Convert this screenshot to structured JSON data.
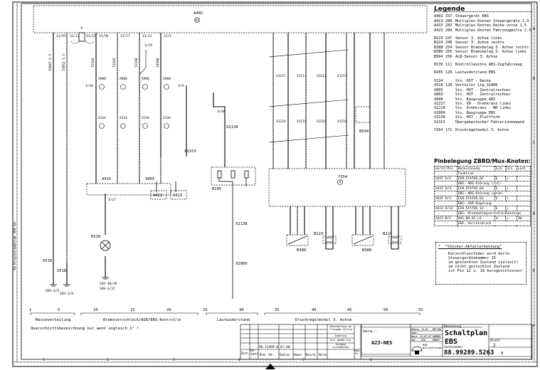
{
  "diagram": {
    "top_unit": {
      "id": "A402",
      "circle": "61"
    },
    "top_wire_labels": [
      "31/95",
      "31/12",
      "31/15",
      "31/96",
      "31/17",
      "31/11",
      "31/6"
    ],
    "wire_ids_top": [
      "31987 1.5",
      "31952 1.5",
      "T2194",
      "T2195",
      "T2198",
      "34100"
    ],
    "connector_x988": "X988",
    "connector_x134": "X134",
    "connector_x1217": "X1217",
    "connector_x1219": "X1219",
    "star_mark": "*",
    "components": {
      "a415": "A415",
      "a413": "A413",
      "a423": "A423",
      "x865": "X865",
      "x2153": "X2153",
      "x2138_top": "X2138",
      "r205": "R205",
      "x2138": "X2138",
      "x2009": "X2009",
      "y354": "Y354",
      "b504": "B504",
      "b223": "B223",
      "b224": "B224",
      "b389": "B389",
      "b388": "B388",
      "h139": "H139",
      "x518_a": "X518",
      "x518_b": "X518",
      "gnd_a": "SEH-3/9",
      "gnd_b": "SEH-3/9",
      "gnd_c": "SEH-30/39",
      "gnd_d": "SEH-3/37"
    },
    "circle_labels": {
      "s": "S",
      "p": "P",
      "a": "A"
    },
    "ref_marks": [
      "3/29",
      "3/28",
      "3/9",
      "3/17",
      "3/34"
    ]
  },
  "scale": {
    "ticks": [
      "1",
      "5",
      "10",
      "15",
      "20",
      "25",
      "30",
      "35",
      "40",
      "45",
      "50",
      "55"
    ],
    "sections": [
      "Masseverteilung",
      "Bremsverschleiß/ASR/EBS-Kontrolle",
      "Lastwiderstand",
      "Druckregelmodul 3. Achse"
    ],
    "note": "Querschnittsbezeichnung nur wenn ungleich 1² !"
  },
  "legend": {
    "title": "Legende",
    "groups": [
      [
        [
          "A402",
          "337",
          "Steuergerät EBS"
        ],
        [
          "A413",
          "280",
          "Multiplex Knoten Steuergeräte 1.3"
        ],
        [
          "A415",
          "283",
          "Multiplex Knoten Decke vorne 1.5"
        ],
        [
          "A423",
          "289",
          "Multiplex Knoten Fahrzeugmitte 2.3"
        ]
      ],
      [
        [
          "B223",
          "247",
          "Sensor 3. Achse links"
        ],
        [
          "B224",
          "248",
          "Sensor 3. Achse rechts"
        ],
        [
          "B388",
          "254",
          "Sensor Bremsbelag 3. Achse rechts"
        ],
        [
          "B389",
          "255",
          "Sensor Bremsbelag 3. Achse links"
        ],
        [
          "B504",
          "256",
          "ALB-Sensor 3. Achse"
        ]
      ],
      [
        [
          "H139",
          "111",
          "Kontrolleuchte ABS-Zugfahrzeug"
        ]
      ],
      [
        [
          "R205",
          "128",
          "Lastwiderstand EBS"
        ]
      ],
      [
        [
          "X134",
          "",
          "Stv. HST - Decke"
        ],
        [
          "X518",
          "128",
          "Verteiler Ltg.31000"
        ],
        [
          "X865",
          "",
          "Stv. HST - Zentralrechner"
        ],
        [
          "X869",
          "",
          "Stv. HST - Zentralrechner"
        ],
        [
          "X988",
          "",
          "Stv. Baugruppe ABS"
        ],
        [
          "X1217",
          "",
          "Stv. VH - Drehkranz links"
        ],
        [
          "X1219",
          "",
          "Stv. Drehkranz - NH links"
        ],
        [
          "X2009",
          "",
          "Stv. Baugruppe EBS"
        ],
        [
          "X2138",
          "",
          "Stv. HST - Plattform"
        ],
        [
          "X2153",
          "",
          "Übergabestecker Fahrerinnenwand"
        ]
      ],
      [
        [
          "Y354",
          "171",
          "Druckregelmodul 3. Achse"
        ]
      ]
    ]
  },
  "pin_table": {
    "title": "Pinbelegung ZBRO/Mux-Knoten:",
    "headers": [
      "Gerät/Pin",
      "Bezeichnung",
      "E/A",
      "H/L",
      "Last"
    ],
    "subheader": "Funktion",
    "rows": [
      {
        "dev": "A415",
        "pin": "D/2",
        "name": "EIN_STATUS_02",
        "io": "E",
        "hl": "L",
        "last": "",
        "func": "EBS: ABS-Störung (rot)"
      },
      {
        "dev": "A415",
        "pin": "D/4",
        "name": "EIN_STATUS_04",
        "io": "E",
        "hl": "L",
        "last": "",
        "func": "EBS: ABS-Störung (gelb)"
      },
      {
        "dev": "A415",
        "pin": "D/3",
        "name": "EIN_STATUS_03",
        "io": "E",
        "hl": "L",
        "last": "",
        "func": "EBS: ASR-Regelung"
      },
      {
        "dev": "A413",
        "pin": "D/12",
        "name": "EIN_STATUS_12",
        "io": "E",
        "hl": "L",
        "last": "",
        "func": "EBS: Bremsbelagverschleißanzeige"
      },
      {
        "dev": "A423",
        "pin": "B/1",
        "name": "AUS_08_01_LS",
        "io": "A",
        "hl": "L",
        "last": "3W",
        "func": "EBS: Vorratsdruck"
      }
    ]
  },
  "note_box": {
    "marker": "*",
    "title": "\"Stecker-Abfallerkennung\"",
    "lines": [
      "Kurzschlussfeder wird durch",
      "Steuergerätekammer 15",
      "im gesteckten Zustand isoliert!",
      "im nicht gesteckten Zustand",
      "ist Pin 12 u. 18 kurzgeschlossen!"
    ]
  },
  "title_block": {
    "rev_headers": [
      "Zust.",
      "An-zahl",
      "Änd.-Nr.",
      "Datum",
      "Name",
      "Bearb.",
      "Norm"
    ],
    "rev_row": [
      "-",
      "-",
      "88.12469.0",
      "07.00"
    ],
    "approval_labels": [
      "Bearbeitung ab Freigabe gültig",
      "Änderung",
      "Teil gemäß Org.",
      "Vorgang Systemkunde",
      "Abm. Nr."
    ],
    "verw_label": "Verw.:",
    "verw_value": "A23-NES",
    "date_rows": [
      [
        "Bearb.",
        "11.07",
        "BRT/DA"
      ],
      [
        "Gepr.",
        "",
        " "
      ],
      [
        "Norm",
        "24.07.07",
        "HUMMEL"
      ],
      [
        "Abt.",
        "BTE",
        "ERNST"
      ]
    ],
    "company": "MAN Nutzfahrzeuge",
    "benennung_label": "Benennung",
    "title1": "Schaltplan",
    "title2": "EBS",
    "sachnummer_label": "Sachnummer",
    "sachnummer": "88.99289.5263",
    "blatt_label": "Blatt",
    "blatt": "2",
    "blatt_total": "8"
  },
  "frame": {
    "row_letters": [
      "A",
      "B",
      "C",
      "D",
      "E",
      "F"
    ],
    "col_numbers": [
      "1",
      "2",
      "3",
      "4",
      "5",
      "6"
    ],
    "side_text": "Im Originalmaßstab 100 mm"
  },
  "colors": {
    "line": "#000000",
    "background": "#ffffff"
  }
}
